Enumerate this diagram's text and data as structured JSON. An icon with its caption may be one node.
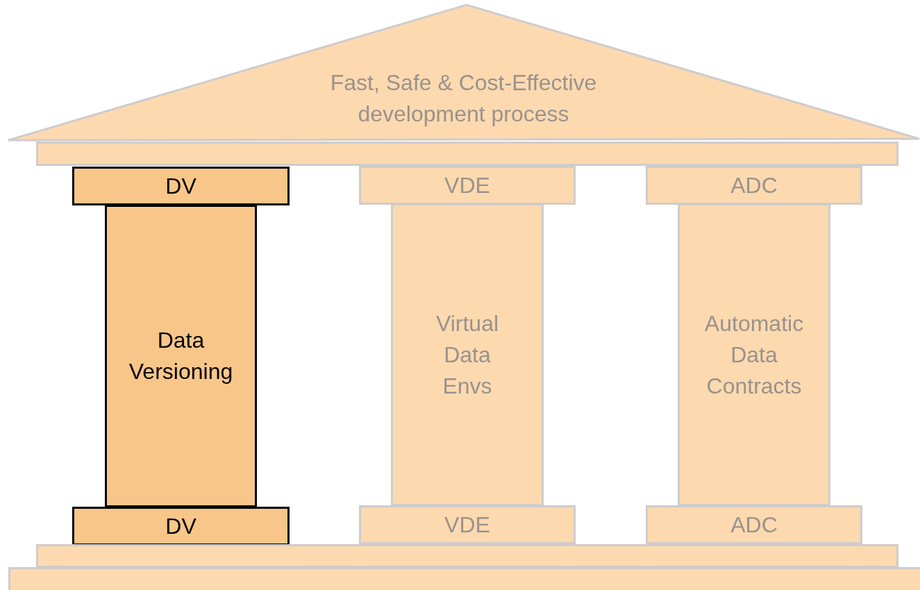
{
  "diagram": {
    "nodes": [
      {
        "text": [
          "Fast, Safe & Cost-Effective development process"
        ]
      },
      {
        "text": [],
        "shape": "bar"
      },
      {
        "text": [
          "DV"
        ]
      },
      {
        "text": [
          "Data Versioning"
        ]
      },
      {
        "text": [
          "DV"
        ]
      },
      {
        "text": [
          "VDE"
        ]
      },
      {
        "text": [
          "Virtual Data Envs"
        ]
      },
      {
        "text": [
          "VDE"
        ]
      },
      {
        "text": [
          "ADC"
        ]
      },
      {
        "text": [
          "Automatic Data Contracts"
        ]
      },
      {
        "text": [
          "ADC"
        ]
      },
      {
        "text": [],
        "shape": "bar"
      },
      {
        "text": [],
        "shape": "bar"
      }
    ]
  }
}
